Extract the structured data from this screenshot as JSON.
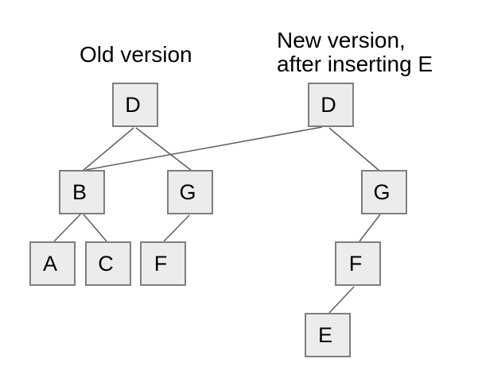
{
  "diagram": {
    "titles": {
      "old": "Old version",
      "new_line1": "New version,",
      "new_line2": "after inserting E"
    },
    "nodes": {
      "old_d": "D",
      "old_b": "B",
      "old_g": "G",
      "a": "A",
      "c": "C",
      "old_f": "F",
      "new_d": "D",
      "new_g": "G",
      "new_f": "F",
      "e": "E"
    },
    "edges": [
      {
        "from": "old_d",
        "to": "old_b"
      },
      {
        "from": "old_d",
        "to": "old_g"
      },
      {
        "from": "old_b",
        "to": "a"
      },
      {
        "from": "old_b",
        "to": "c"
      },
      {
        "from": "old_g",
        "to": "old_f"
      },
      {
        "from": "new_d",
        "to": "old_b"
      },
      {
        "from": "new_d",
        "to": "new_g"
      },
      {
        "from": "new_g",
        "to": "new_f"
      },
      {
        "from": "new_f",
        "to": "e"
      }
    ],
    "colors": {
      "background": "#ffffff",
      "node_fill": "#ececec",
      "node_border": "#7e7e7e",
      "edge_line": "#5e5e5e",
      "text": "#000000"
    }
  }
}
